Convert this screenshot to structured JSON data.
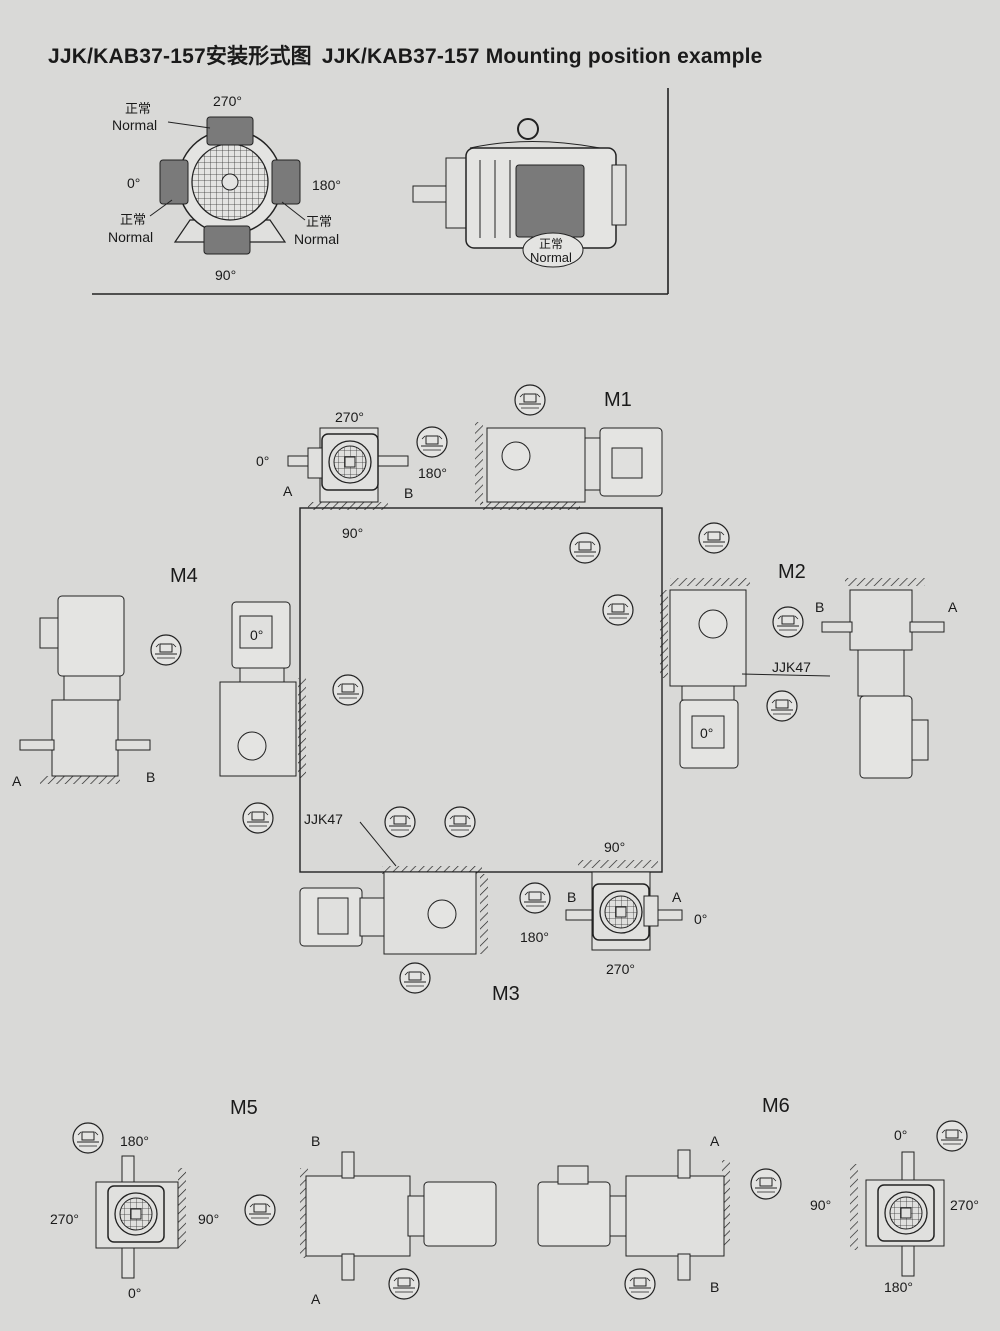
{
  "title": {
    "cn": "JJK/KAB37-157安装形式图",
    "en": "JJK/KAB37-157 Mounting position example"
  },
  "colors": {
    "paper": "#d9d9d7",
    "line": "#2a2a2a",
    "terminal_box": "#7a7a7a"
  },
  "legend": {
    "angles": [
      "270°",
      "0°",
      "180°",
      "90°"
    ],
    "normal_cn": "正常",
    "normal_en": "Normal"
  },
  "positions": {
    "m1": {
      "name": "M1",
      "a": "A",
      "b": "B",
      "deg_top": "270°",
      "deg_left": "0°",
      "deg_bottom": "90°",
      "deg_side": "180°"
    },
    "m2": {
      "name": "M2",
      "a": "A",
      "b": "B",
      "motor": "0°",
      "model": "JJK47"
    },
    "m3": {
      "name": "M3",
      "a": "A",
      "b": "B",
      "deg_top": "90°",
      "deg_right": "0°",
      "deg_bottom": "270°",
      "deg_side": "180°",
      "model": "JJK47"
    },
    "m4": {
      "name": "M4",
      "a": "A",
      "b": "B",
      "motor": "0°"
    },
    "m5": {
      "name": "M5",
      "a": "A",
      "b": "B",
      "deg_top": "180°",
      "deg_left": "270°",
      "deg_right": "90°",
      "deg_bottom": "0°"
    },
    "m6": {
      "name": "M6",
      "a": "A",
      "b": "B",
      "deg_top": "0°",
      "deg_left": "90°",
      "deg_right": "270°",
      "deg_bottom": "180°"
    }
  }
}
